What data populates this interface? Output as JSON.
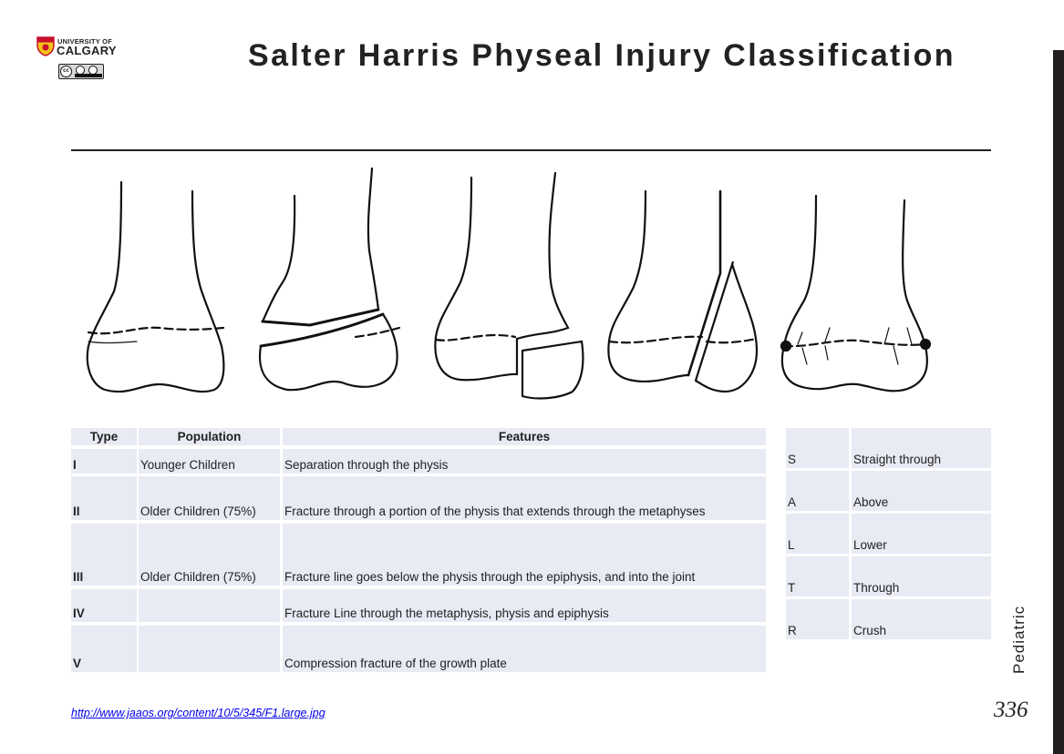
{
  "header": {
    "logo": {
      "line1": "UNIVERSITY OF",
      "line2": "CALGARY",
      "license_badge": "cc-by-nc-icon"
    },
    "title": "Salter Harris Physeal Injury Classification"
  },
  "figure": {
    "panels": [
      "Type I",
      "Type II",
      "Type III",
      "Type IV",
      "Type V"
    ]
  },
  "classification_table": {
    "columns": [
      "Type",
      "Population",
      "Features"
    ],
    "rows": [
      {
        "type": "I",
        "population": "Younger Children",
        "features": "Separation through the physis"
      },
      {
        "type": "II",
        "population": "Older Children (75%)",
        "features": "Fracture through a portion of the physis that extends through the metaphyses"
      },
      {
        "type": "III",
        "population": "Older Children (75%)",
        "features": "Fracture line goes below the physis through the epiphysis, and into the joint"
      },
      {
        "type": "IV",
        "population": "",
        "features": "Fracture Line through the metaphysis, physis and epiphysis"
      },
      {
        "type": "V",
        "population": "",
        "features": "Compression fracture of the growth plate"
      }
    ]
  },
  "mnemonic_table": {
    "rows": [
      {
        "letter": "S",
        "meaning": "Straight through"
      },
      {
        "letter": "A",
        "meaning": "Above"
      },
      {
        "letter": "L",
        "meaning": "Lower"
      },
      {
        "letter": "T",
        "meaning": "Through"
      },
      {
        "letter": "R",
        "meaning": "Crush"
      }
    ]
  },
  "footer": {
    "source_link": "http://www.jaaos.org/content/10/5/345/F1.large.jpg",
    "section_label": "Pediatric",
    "page_number": "336"
  },
  "colors": {
    "cell_background": "#e8eaf4",
    "sidebar_bar": "#231f20",
    "link": "#0000ee"
  }
}
